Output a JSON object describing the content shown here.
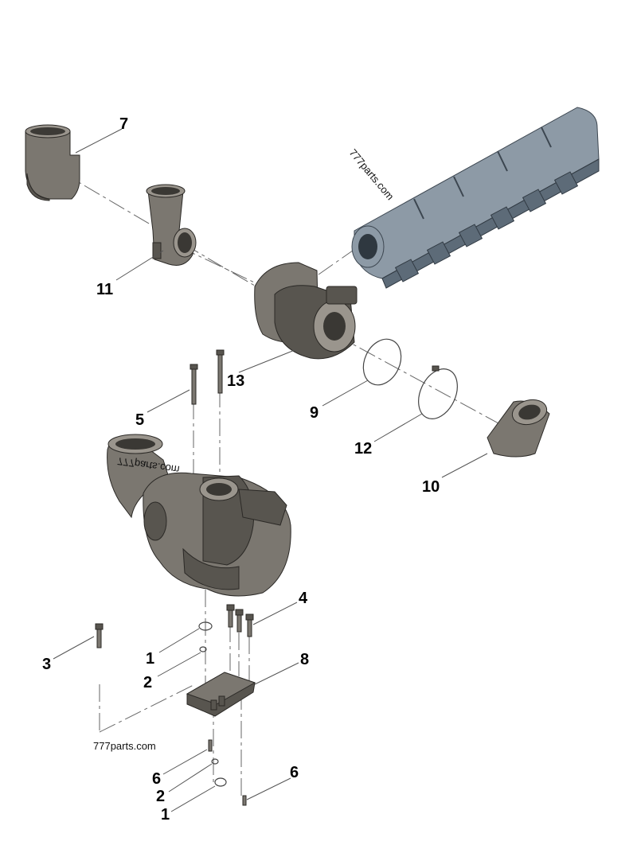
{
  "callouts": {
    "c7": "7",
    "c11": "11",
    "c13": "13",
    "c9": "9",
    "c12": "12",
    "c10": "10",
    "c5": "5",
    "c4": "4",
    "c8": "8",
    "c1a": "1",
    "c2a": "2",
    "c3": "3",
    "c6a": "6",
    "c2b": "2",
    "c1b": "1",
    "c6b": "6"
  },
  "watermarks": {
    "top": "777parts.com",
    "mid": "777parts.com",
    "bottom": "777parts.com"
  }
}
